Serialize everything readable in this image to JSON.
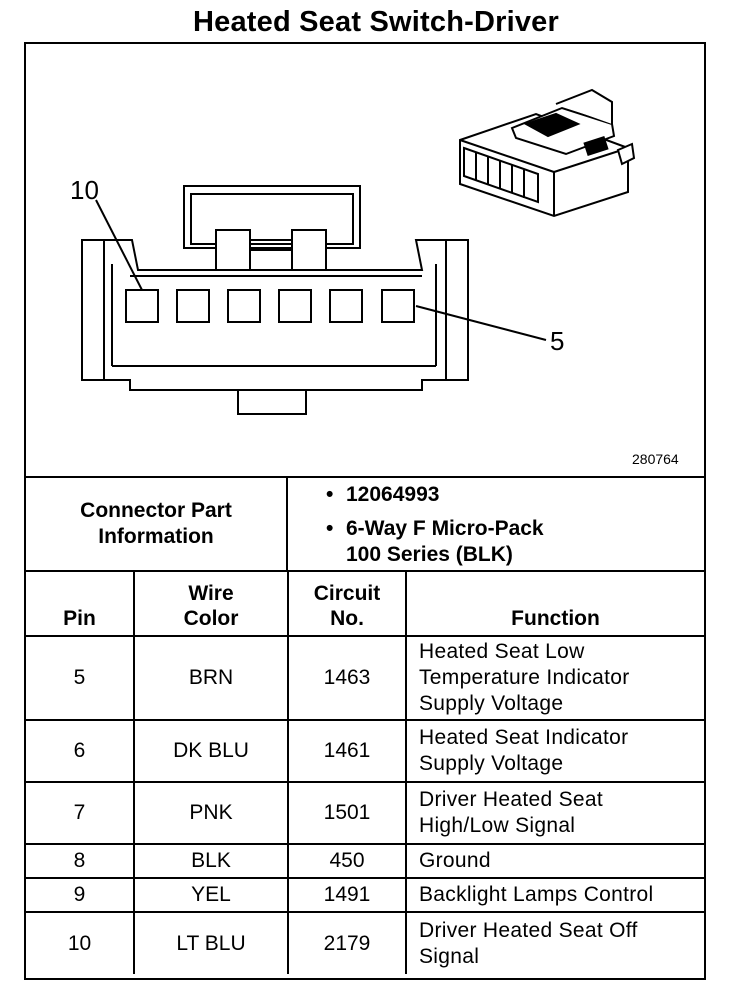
{
  "title": "Heated Seat Switch-Driver",
  "diagram": {
    "figure_number": "280764",
    "pin_callouts": {
      "left": "10",
      "right": "5"
    }
  },
  "connector_info": {
    "label_line1": "Connector Part",
    "label_line2": "Information",
    "part_number": "12064993",
    "description_line1": "6-Way F Micro-Pack",
    "description_line2": "100 Series (BLK)",
    "bullet": "•"
  },
  "table": {
    "headers": {
      "pin": "Pin",
      "wire_line1": "Wire",
      "wire_line2": "Color",
      "circuit_line1": "Circuit",
      "circuit_line2": "No.",
      "function": "Function"
    },
    "rows": [
      {
        "pin": "5",
        "color": "BRN",
        "circuit": "1463",
        "function": [
          "Heated Seat Low",
          "Temperature Indicator",
          "Supply Voltage"
        ]
      },
      {
        "pin": "6",
        "color": "DK BLU",
        "circuit": "1461",
        "function": [
          "Heated Seat Indicator",
          "Supply Voltage"
        ]
      },
      {
        "pin": "7",
        "color": "PNK",
        "circuit": "1501",
        "function": [
          "Driver Heated Seat",
          "High/Low Signal"
        ]
      },
      {
        "pin": "8",
        "color": "BLK",
        "circuit": "450",
        "function": [
          "Ground"
        ]
      },
      {
        "pin": "9",
        "color": "YEL",
        "circuit": "1491",
        "function": [
          "Backlight Lamps Control"
        ]
      },
      {
        "pin": "10",
        "color": "LT BLU",
        "circuit": "2179",
        "function": [
          "Driver Heated Seat Off",
          "Signal"
        ]
      }
    ]
  }
}
